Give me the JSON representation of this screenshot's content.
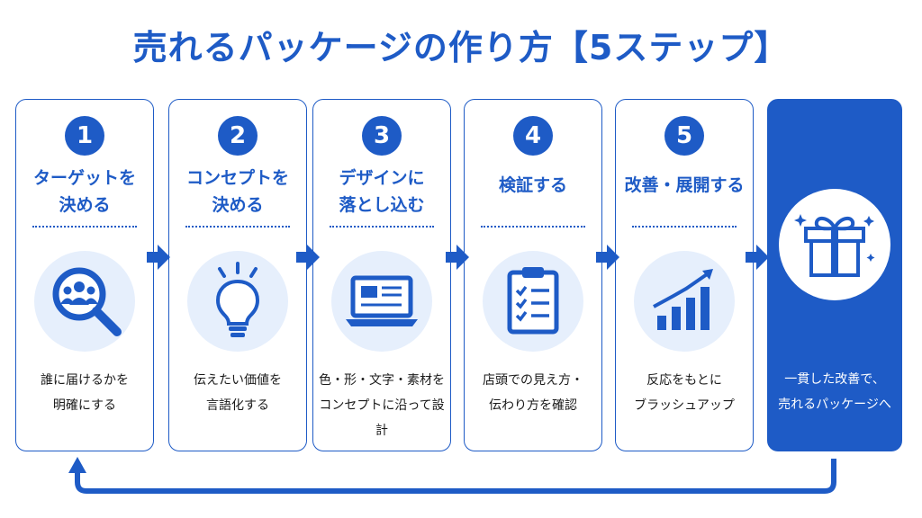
{
  "title": "売れるパッケージの作り方【5ステップ】",
  "steps": [
    {
      "number": "1",
      "title_line1": "ターゲットを",
      "title_line2": "決める",
      "desc_line1": "誰に届けるかを",
      "desc_line2": "明確にする",
      "icon": "target-search-icon"
    },
    {
      "number": "2",
      "title_line1": "コンセプトを",
      "title_line2": "決める",
      "desc_line1": "伝えたい価値を",
      "desc_line2": "言語化する",
      "icon": "lightbulb-icon"
    },
    {
      "number": "3",
      "title_line1": "デザインに",
      "title_line2": "落とし込む",
      "desc_line1": "色・形・文字・素材を",
      "desc_line2": "コンセプトに沿って設計",
      "icon": "laptop-icon"
    },
    {
      "number": "4",
      "title_line1": "検証する",
      "title_line2": "",
      "desc_line1": "店頭での見え方・",
      "desc_line2": "伝わり方を確認",
      "icon": "clipboard-checklist-icon"
    },
    {
      "number": "5",
      "title_line1": "改善・展開する",
      "title_line2": "",
      "desc_line1": "反応をもとに",
      "desc_line2": "ブラッシュアップ",
      "icon": "growth-chart-icon"
    }
  ],
  "final": {
    "line1": "一貫した改善で、",
    "line2": "売れるパッケージへ",
    "icon": "gift-box-icon"
  },
  "colors": {
    "primary": "#1e5bc6",
    "light": "#e6effc"
  }
}
